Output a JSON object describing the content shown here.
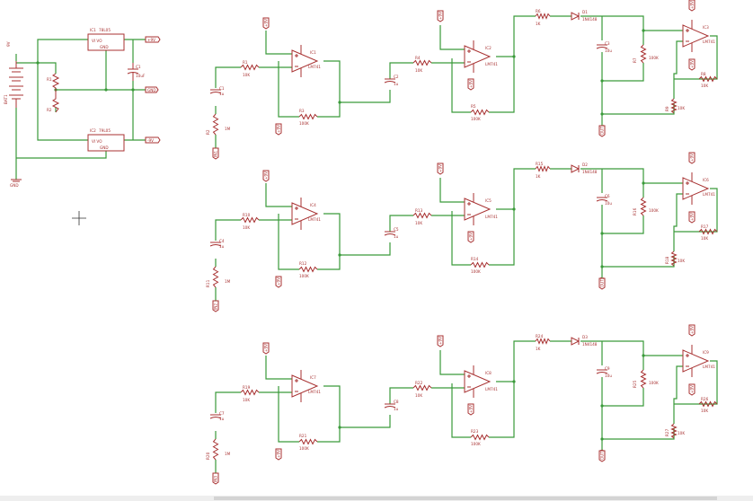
{
  "colors": {
    "wire": "#3a9a3a",
    "component": "#a83232",
    "background": "#ffffff"
  },
  "power": {
    "battery_label": "9V",
    "battery_ref": "BAT1",
    "gnd_label": "GND",
    "net_a": "+9V",
    "net_b": "GND",
    "net_c": "-9V",
    "reg1": {
      "ref": "IC1",
      "value": "78L05",
      "pins": "VI  VO",
      "gnd": "GND"
    },
    "reg2": {
      "ref": "IC2",
      "value": "79L05",
      "pins": "VI  VO",
      "gnd": "GND"
    },
    "r1": "R1",
    "r2": "R2",
    "cap": "C1",
    "cap_val": "10uF"
  },
  "channels": [
    {
      "in_label": "IN1",
      "top_label": "+9V",
      "r1": {
        "ref": "R1",
        "val": "10K"
      },
      "c1": {
        "ref": "C1",
        "val": "1u"
      },
      "rg": {
        "ref": "R2",
        "val": "1M"
      },
      "op1": {
        "ref": "IC1",
        "val": "LM741"
      },
      "rf1": {
        "ref": "R3",
        "val": "100K"
      },
      "c2": {
        "ref": "C2",
        "val": "1u"
      },
      "r2": {
        "ref": "R4",
        "val": "10K"
      },
      "op2": {
        "ref": "IC2",
        "val": "LM741"
      },
      "rf2": {
        "ref": "R5",
        "val": "100K"
      },
      "r3": {
        "ref": "R6",
        "val": "1K"
      },
      "diode": {
        "ref": "D1",
        "val": "1N4148"
      },
      "c3": {
        "ref": "C3",
        "val": "10u"
      },
      "r4": {
        "ref": "R7",
        "val": "100K"
      },
      "op3": {
        "ref": "IC3",
        "val": "LM741"
      },
      "rf3": {
        "ref": "R8",
        "val": "10K"
      },
      "pot": {
        "ref": "R9",
        "val": "10K"
      },
      "out_label": "OUT1"
    },
    {
      "in_label": "IN2",
      "top_label": "+9V",
      "r1": {
        "ref": "R10",
        "val": "10K"
      },
      "c1": {
        "ref": "C4",
        "val": "1u"
      },
      "rg": {
        "ref": "R11",
        "val": "1M"
      },
      "op1": {
        "ref": "IC4",
        "val": "LM741"
      },
      "rf1": {
        "ref": "R12",
        "val": "100K"
      },
      "c2": {
        "ref": "C5",
        "val": "1u"
      },
      "r2": {
        "ref": "R13",
        "val": "10K"
      },
      "op2": {
        "ref": "IC5",
        "val": "LM741"
      },
      "rf2": {
        "ref": "R14",
        "val": "100K"
      },
      "r3": {
        "ref": "R15",
        "val": "1K"
      },
      "diode": {
        "ref": "D2",
        "val": "1N4148"
      },
      "c3": {
        "ref": "C6",
        "val": "10u"
      },
      "r4": {
        "ref": "R16",
        "val": "100K"
      },
      "op3": {
        "ref": "IC6",
        "val": "LM741"
      },
      "rf3": {
        "ref": "R17",
        "val": "10K"
      },
      "pot": {
        "ref": "R18",
        "val": "10K"
      },
      "out_label": "OUT2"
    },
    {
      "in_label": "IN3",
      "top_label": "+9V",
      "r1": {
        "ref": "R19",
        "val": "10K"
      },
      "c1": {
        "ref": "C7",
        "val": "1u"
      },
      "rg": {
        "ref": "R20",
        "val": "1M"
      },
      "op1": {
        "ref": "IC7",
        "val": "LM741"
      },
      "rf1": {
        "ref": "R21",
        "val": "100K"
      },
      "c2": {
        "ref": "C8",
        "val": "1u"
      },
      "r2": {
        "ref": "R22",
        "val": "10K"
      },
      "op2": {
        "ref": "IC8",
        "val": "LM741"
      },
      "rf2": {
        "ref": "R23",
        "val": "100K"
      },
      "r3": {
        "ref": "R24",
        "val": "1K"
      },
      "diode": {
        "ref": "D3",
        "val": "1N4148"
      },
      "c3": {
        "ref": "C9",
        "val": "10u"
      },
      "r4": {
        "ref": "R25",
        "val": "100K"
      },
      "op3": {
        "ref": "IC9",
        "val": "LM741"
      },
      "rf3": {
        "ref": "R26",
        "val": "10K"
      },
      "pot": {
        "ref": "R27",
        "val": "10K"
      },
      "out_label": "OUT3"
    }
  ]
}
